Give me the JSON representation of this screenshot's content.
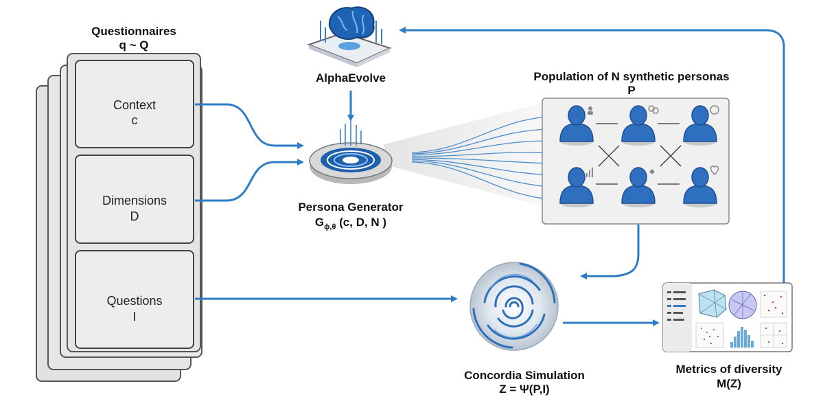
{
  "questionnaires": {
    "title": "Questionnaires",
    "subtitle": "q ~ Q",
    "cards": [
      {
        "name": "Context",
        "symbol": "c"
      },
      {
        "name": "Dimensions",
        "symbol": "D"
      },
      {
        "name": "Questions",
        "symbol": "I"
      }
    ]
  },
  "alphaevolve": {
    "label": "AlphaEvolve",
    "icon": "brain-chip-icon"
  },
  "generator": {
    "title": "Persona Generator",
    "formula_main": "G",
    "formula_sub": "ϕ,θ",
    "formula_args": " (c, D, N )"
  },
  "population": {
    "title": "Population of N synthetic personas",
    "symbol": "P",
    "persona_count": 6
  },
  "simulation": {
    "title": "Concordia Simulation",
    "formula": "Z = Ψ(P,I)"
  },
  "metrics": {
    "title": "Metrics of diversity",
    "formula": "M(Z)"
  },
  "colors": {
    "accent": "#2f7cc6",
    "persona": "#2e6fc0",
    "card_bg": "#ededed",
    "card_border": "#555555"
  }
}
